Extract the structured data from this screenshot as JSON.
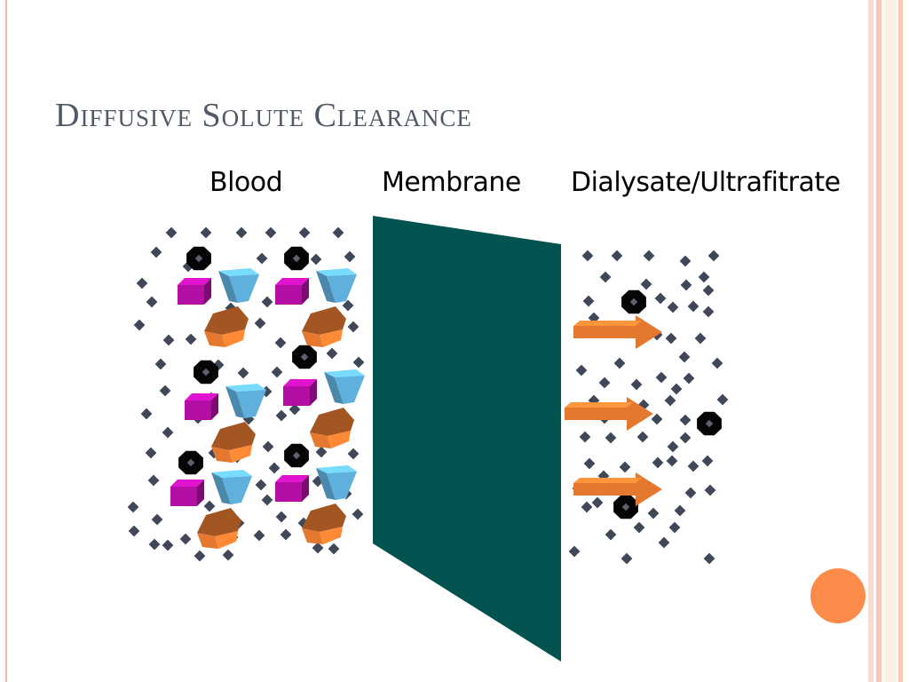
{
  "slide": {
    "title": "Diffusive Solute Clearance",
    "labels": {
      "blood": "Blood",
      "membrane": "Membrane",
      "dialysate": "Dialysate/Ultrafitrate"
    }
  },
  "colors": {
    "membrane": "#02524f",
    "small_solute": "#3f4758",
    "large_solute": "#050505",
    "magenta_cube": "#b30fa5",
    "blue_wedge": "#5fb0dc",
    "orange_block": "#e4782f",
    "border_accent": "#f6b8a3",
    "orange_dot": "#fd8b4a",
    "title_color": "#4e5866"
  },
  "icons": {
    "small_solute": "diamond-particle",
    "large_solute": "octagon-particle",
    "magenta_cube": "cube-molecule",
    "blue_wedge": "wedge-molecule",
    "orange_block": "block-molecule",
    "arrow": "right-arrow"
  }
}
